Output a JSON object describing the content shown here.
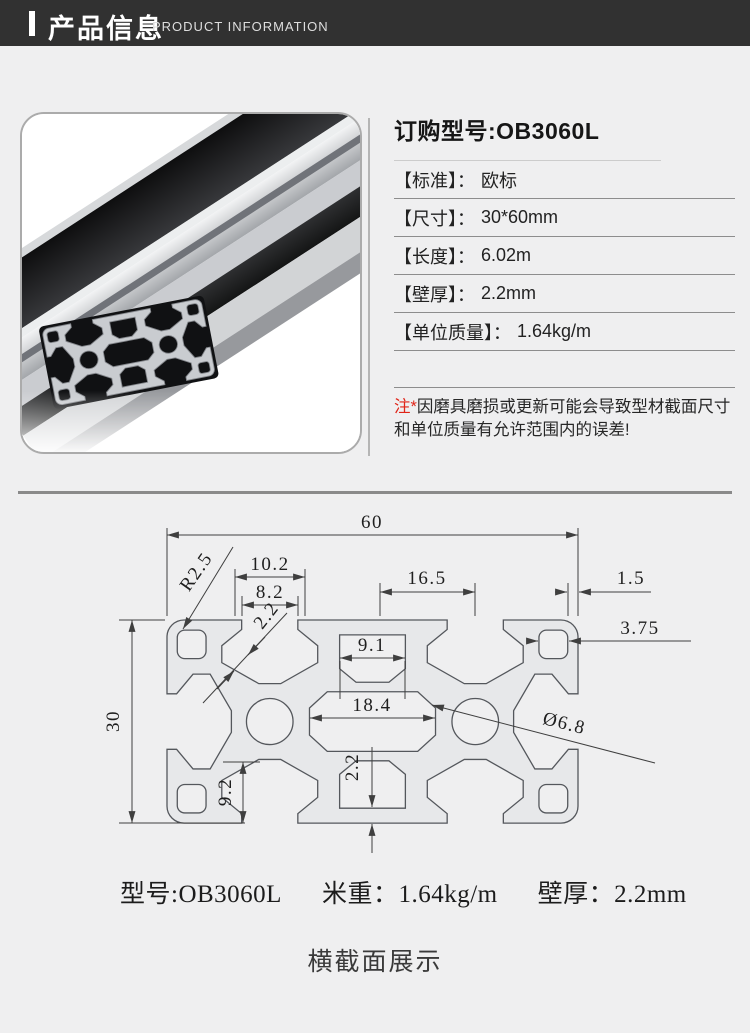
{
  "header": {
    "title": "产品信息",
    "subtitle": "PRODUCT INFORMATION"
  },
  "product": {
    "model_title": "订购型号:OB3060L",
    "specs": [
      {
        "label": "【标准】：",
        "value": "欧标"
      },
      {
        "label": "【尺寸】：",
        "value": "30*60mm"
      },
      {
        "label": "【长度】：",
        "value": "6.02m"
      },
      {
        "label": "【壁厚】：",
        "value": "2.2mm"
      },
      {
        "label": "【单位质量】：",
        "value": "1.64kg/m"
      }
    ],
    "note_prefix": "注*",
    "note_text": "因磨具磨损或更新可能会导致型材截面尺寸和单位质量有允许范围内的误差!"
  },
  "drawing": {
    "title": "横截面展示",
    "dims": {
      "overall_width": "60",
      "overall_height": "30",
      "corner_radius": "R2.5",
      "slot_outer_width": "10.2",
      "slot_opening": "8.2",
      "top_right_spacing": "16.5",
      "edge_wall": "1.5",
      "corner_hole": "3.75",
      "center_cavity_width": "9.1",
      "core_clearance": "18.4",
      "center_hole_dia": "Ø6.8",
      "web_thickness": "2.2",
      "slot_depth": "9.2",
      "bottom_wall": "2.2"
    }
  },
  "footer": {
    "model": "型号:OB3060L",
    "meter_weight": "米重：1.64kg/m",
    "wall_thickness": "壁厚：2.2mm"
  },
  "colors": {
    "header_bg": "#313131",
    "accent_red": "#e02418",
    "page_bg": "#efeff0"
  }
}
